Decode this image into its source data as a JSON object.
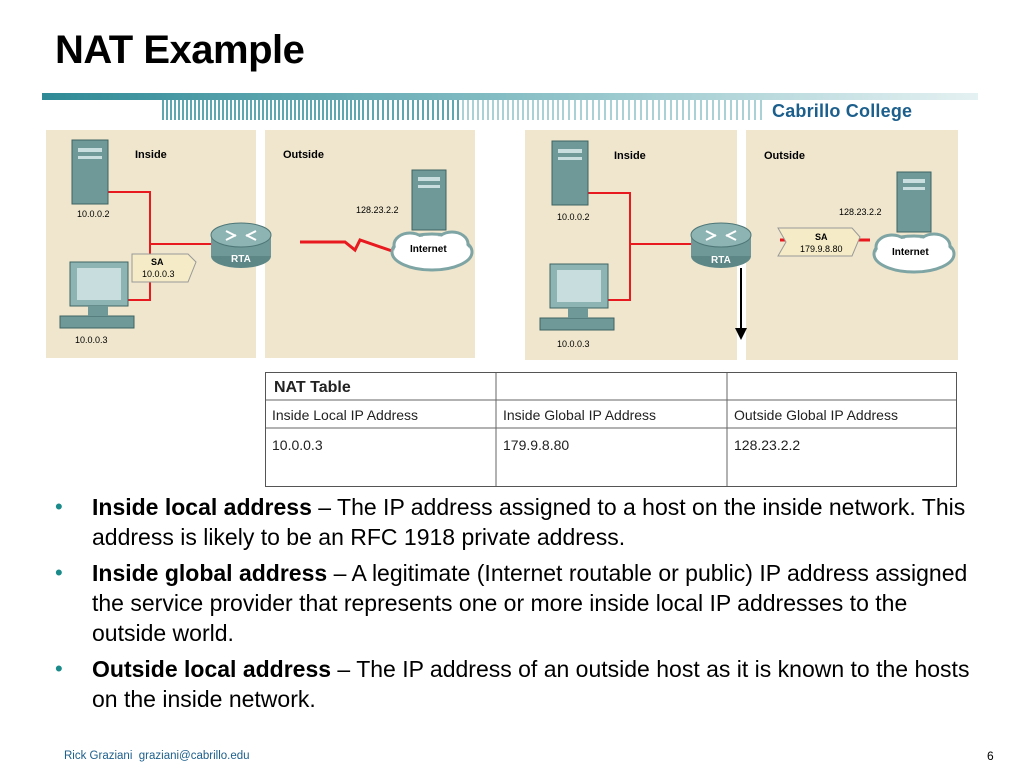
{
  "slide": {
    "title": "NAT Example",
    "brand": "Cabrillo College"
  },
  "diagram_left": {
    "inside_label": "Inside",
    "outside_label": "Outside",
    "server_ip": "10.0.0.2",
    "pc_ip": "10.0.0.3",
    "router_label": "RTA",
    "packet_title": "SA",
    "packet_addr": "10.0.0.3",
    "remote_ip": "128.23.2.2",
    "cloud_label": "Internet"
  },
  "diagram_right": {
    "inside_label": "Inside",
    "outside_label": "Outside",
    "server_ip": "10.0.0.2",
    "pc_ip": "10.0.0.3",
    "router_label": "RTA",
    "packet_title": "SA",
    "packet_addr": "179.9.8.80",
    "remote_ip": "128.23.2.2",
    "cloud_label": "Internet"
  },
  "nat_table": {
    "title": "NAT Table",
    "headers": [
      "Inside Local IP Address",
      "Inside Global IP Address",
      "Outside Global IP Address"
    ],
    "row": [
      "10.0.0.3",
      "179.9.8.80",
      "128.23.2.2"
    ]
  },
  "bullets": [
    {
      "term": "Inside local address",
      "text": " – The IP address assigned to a host on the inside network. This address is likely to be an RFC 1918 private address."
    },
    {
      "term": "Inside global address",
      "text": " – A legitimate (Internet routable or public) IP address assigned the service provider that represents one or more inside local IP addresses to the outside world."
    },
    {
      "term": "Outside local address",
      "text": " – The IP address of an outside host as it is known to the hosts on the inside network."
    }
  ],
  "bullet_symbol": "•",
  "footer": {
    "author": "Rick Graziani",
    "email": "graziani@cabrillo.edu",
    "page": "6"
  },
  "colors": {
    "panel": "#efe6cd",
    "link": "#e8191f",
    "device": "#6f9898",
    "accent": "#1a8a8a",
    "brand": "#1c5f8c"
  }
}
